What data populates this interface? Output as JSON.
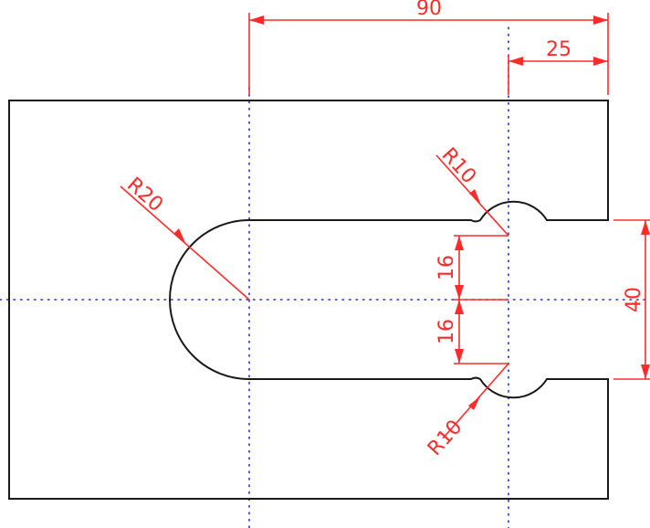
{
  "colors": {
    "outline": "#1a1a1a",
    "dimension": "#ff2b2b",
    "centerline": "#2233cc",
    "background": "#ffffff"
  },
  "dimensions": {
    "overall_width": "90",
    "right_offset": "25",
    "slot_radius": "R20",
    "notch_top_radius": "R10",
    "notch_bottom_radius": "R10",
    "upper_offset": "16",
    "lower_offset": "16",
    "slot_width": "40"
  }
}
